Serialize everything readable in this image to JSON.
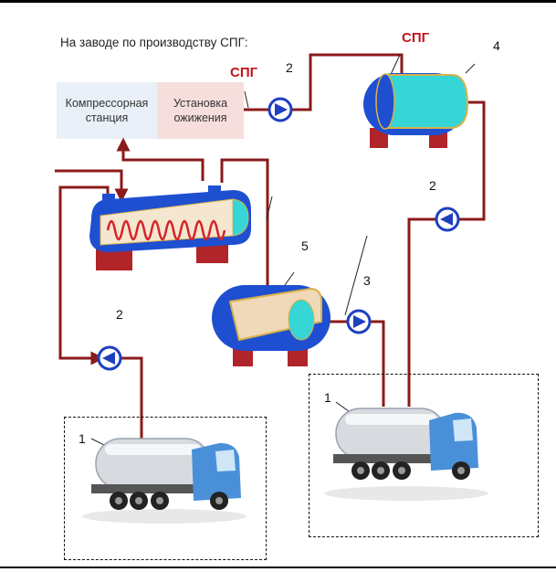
{
  "title": "На заводе по производству СПГ:",
  "lng_labels": [
    "СПГ",
    "СПГ"
  ],
  "boxes": {
    "compressor": "Компрессорная станция",
    "liquefier": "Установка ожижения"
  },
  "numbers": {
    "truck_left": "1",
    "truck_right": "1",
    "pump_top": "2",
    "pump_right": "2",
    "pump_left": "2",
    "pump_mid": "3",
    "storage_tank": "4",
    "mid_tank": "5"
  },
  "colors": {
    "pipe": "#8b1a1a",
    "pump": "#1f3fbf",
    "tank_shell": "#1e4fd1",
    "tank_inner": "#37d6d6",
    "support": "#b0242a",
    "lng_text": "#c0141c"
  }
}
